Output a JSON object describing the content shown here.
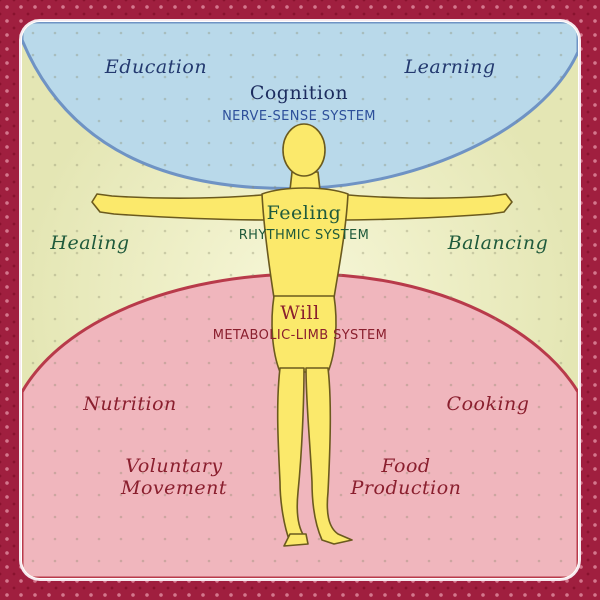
{
  "colors": {
    "frame": "#a01f3f",
    "head_zone": "#b9d9ea",
    "head_zone_edge": "#6f93c4",
    "middle_zone": "#efefc4",
    "limb_zone": "#f0b6bd",
    "limb_zone_edge": "#b83a4a",
    "figure": "#fbe96b",
    "figure_outline": "#6b5a1e",
    "blue_text": "#23396f",
    "green_text": "#1f5a3c",
    "red_text": "#8a1f2e"
  },
  "head_zone": {
    "activities": [
      "Education",
      "Learning"
    ],
    "domain": "Cognition",
    "system": "NERVE-SENSE SYSTEM"
  },
  "middle_zone": {
    "activities": [
      "Healing",
      "Balancing"
    ],
    "domain": "Feeling",
    "system": "RHYTHMIC SYSTEM"
  },
  "limb_zone": {
    "activities": [
      "Nutrition",
      "Cooking"
    ],
    "activities_lower": [
      {
        "line1": "Voluntary",
        "line2": "Movement"
      },
      {
        "line1": "Food",
        "line2": "Production"
      }
    ],
    "domain": "Will",
    "system": "METABOLIC-LIMB SYSTEM"
  },
  "icons": {
    "figure": "human-figure-icon"
  }
}
